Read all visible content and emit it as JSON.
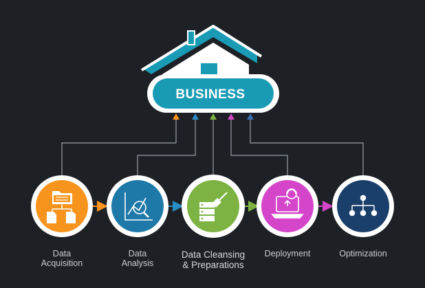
{
  "hub": {
    "title": "BUSINESS"
  },
  "colors": {
    "background": "#1d2024",
    "hub": "#1a9bb5",
    "acquisition": "#f7941d",
    "analysis": "#1f79a8",
    "cleansing": "#7cb342",
    "deployment": "#d545c9",
    "optimization": "#1b3f6b"
  },
  "stages": [
    {
      "label_line1": "Data",
      "label_line2": "Acquisition",
      "icon": "folder-tree-icon"
    },
    {
      "label_line1": "Data",
      "label_line2": "Analysis",
      "icon": "magnifier-chart-icon"
    },
    {
      "label_line1": "Data Cleansing",
      "label_line2": "& Preparations",
      "icon": "server-broom-icon"
    },
    {
      "label_line1": "Deployment",
      "label_line2": "",
      "icon": "laptop-upload-icon"
    },
    {
      "label_line1": "Optimization",
      "label_line2": "",
      "icon": "hierarchy-icon"
    }
  ]
}
